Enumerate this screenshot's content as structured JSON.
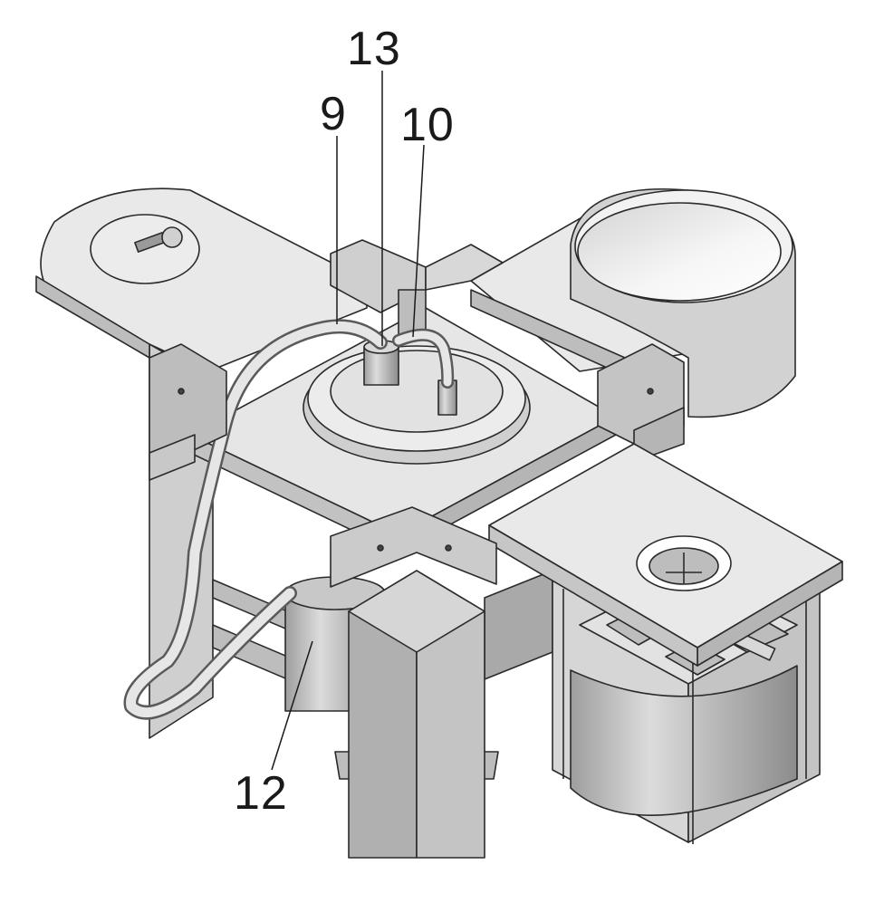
{
  "callouts": {
    "c9": "9",
    "c10": "10",
    "c12": "12",
    "c13": "13"
  },
  "colors": {
    "background": "#ffffff",
    "outline": "#2a2a2a",
    "surface_light": "#e9e9e9",
    "surface_mid": "#cfcfcf",
    "surface_dark": "#a9a9a9",
    "surface_shadow": "#8e8e8e"
  }
}
